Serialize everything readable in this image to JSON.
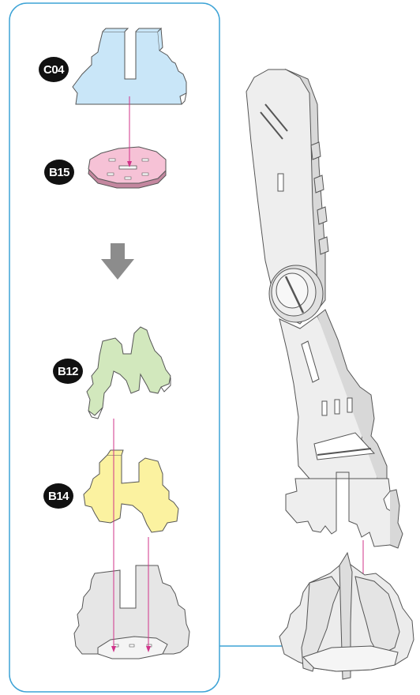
{
  "steps": {
    "c04": {
      "label": "C04",
      "color": "#c9e6f8"
    },
    "b15": {
      "label": "B15",
      "color": "#f6c2d6"
    },
    "b12": {
      "label": "B12",
      "color": "#d2e8bd"
    },
    "b14": {
      "label": "B14",
      "color": "#fbf2a0"
    }
  },
  "colors": {
    "frame": "#3da3d6",
    "guide_line": "#d1338a",
    "arrow": "#8c8c8c",
    "badge": "#111111",
    "part_gray": "#e6e6e6",
    "outline": "#555555"
  },
  "icons": [
    "down-arrow-icon",
    "connector-dot-icon"
  ]
}
